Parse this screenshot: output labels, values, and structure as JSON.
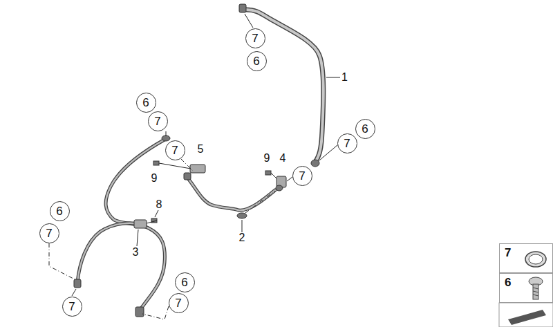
{
  "diagram": {
    "nodes": [
      {
        "text": [
          "7"
        ]
      },
      {
        "text": [
          "6"
        ]
      },
      {
        "text": [
          "6"
        ]
      },
      {
        "text": [
          "7"
        ]
      },
      {
        "text": [
          "6"
        ]
      },
      {
        "text": [
          "7"
        ]
      },
      {
        "text": [
          "7"
        ]
      },
      {
        "text": [
          "7"
        ]
      },
      {
        "text": [
          "6"
        ]
      },
      {
        "text": [
          "7"
        ]
      },
      {
        "text": [
          "6"
        ]
      },
      {
        "text": [
          "7"
        ]
      },
      {
        "text": [
          "7"
        ]
      },
      {
        "text": [
          "7"
        ]
      },
      {
        "text": [
          "6"
        ]
      }
    ],
    "labels": [
      "1",
      "5",
      "9",
      "4",
      "9",
      "8",
      "2",
      "3"
    ]
  }
}
